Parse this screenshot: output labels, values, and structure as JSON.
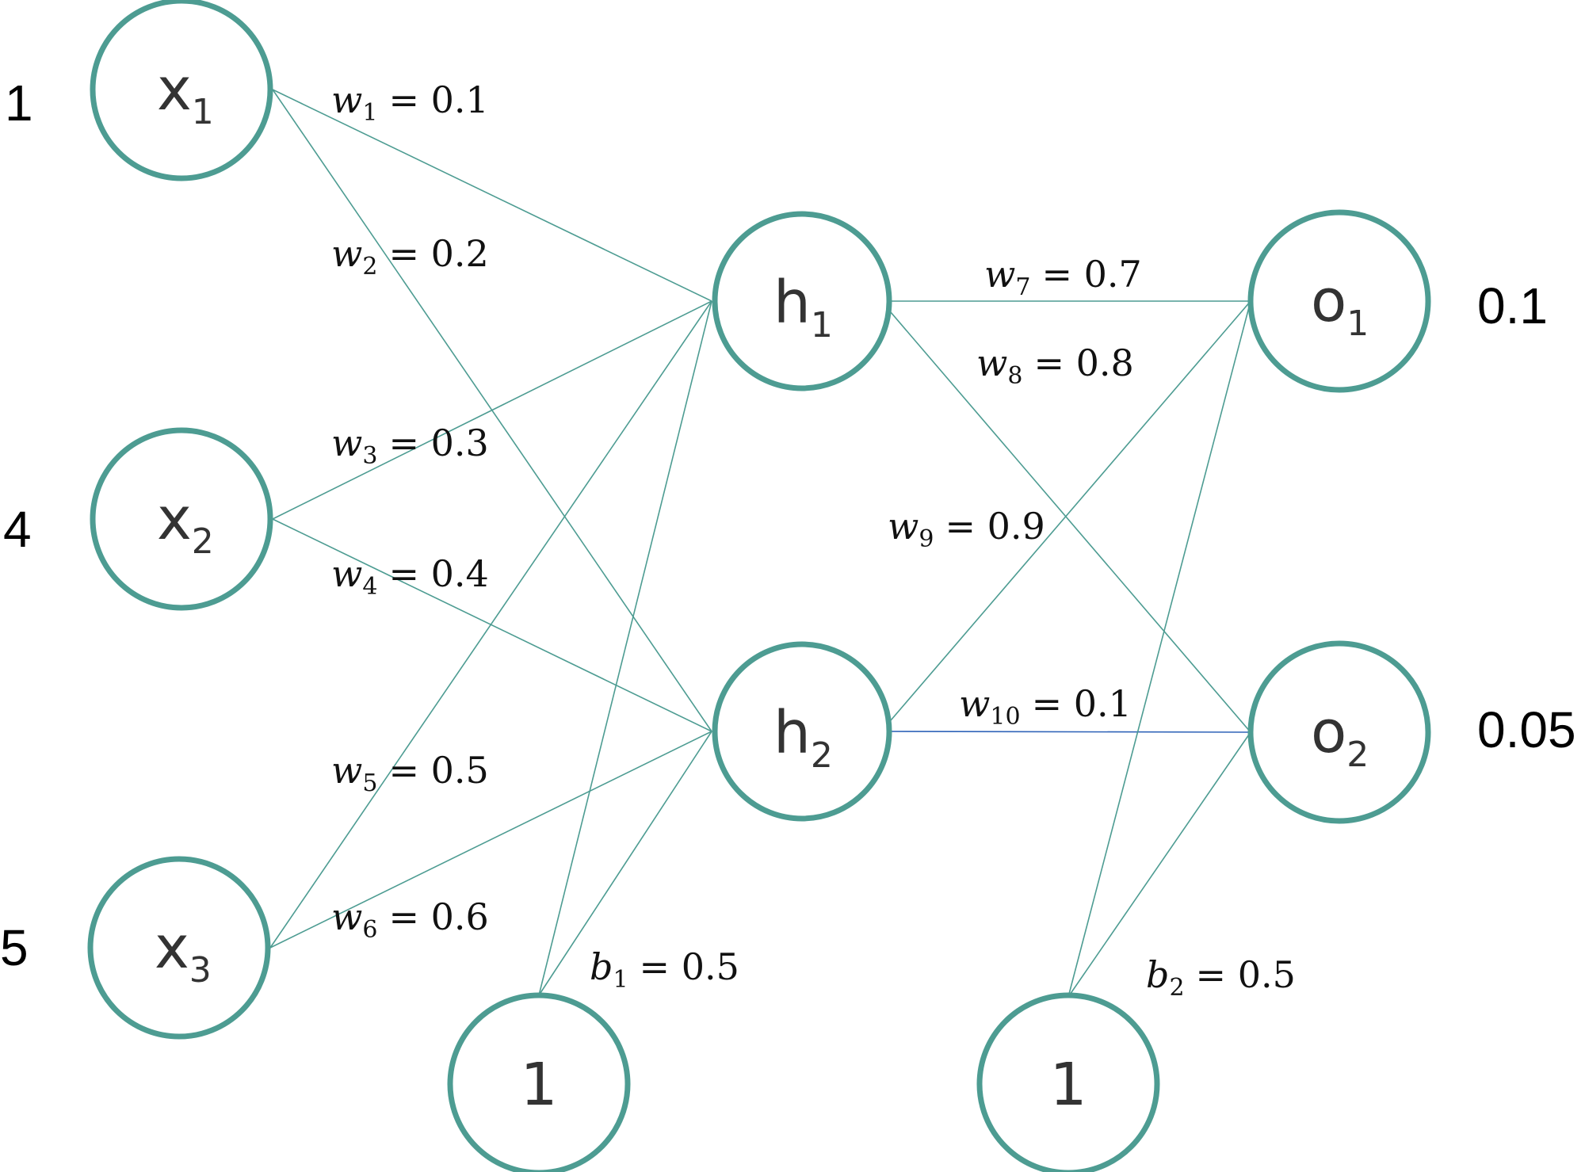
{
  "nodes": {
    "x1": {
      "base": "x",
      "sub": "1"
    },
    "x2": {
      "base": "x",
      "sub": "2"
    },
    "x3": {
      "base": "x",
      "sub": "3"
    },
    "h1": {
      "base": "h",
      "sub": "1"
    },
    "h2": {
      "base": "h",
      "sub": "2"
    },
    "o1": {
      "base": "o",
      "sub": "1"
    },
    "o2": {
      "base": "o",
      "sub": "2"
    },
    "b1_node": {
      "base": "1"
    },
    "b2_node": {
      "base": "1"
    }
  },
  "inputs": {
    "x1": "1",
    "x2": "4",
    "x3": "5"
  },
  "targets": {
    "o1": "0.1",
    "o2": "0.05"
  },
  "weights": {
    "w1": {
      "var": "w",
      "sub": "1",
      "value": "= 0.1"
    },
    "w2": {
      "var": "w",
      "sub": "2",
      "value": "= 0.2"
    },
    "w3": {
      "var": "w",
      "sub": "3",
      "value": "= 0.3"
    },
    "w4": {
      "var": "w",
      "sub": "4",
      "value": "= 0.4"
    },
    "w5": {
      "var": "w",
      "sub": "5",
      "value": "= 0.5"
    },
    "w6": {
      "var": "w",
      "sub": "6",
      "value": "= 0.6"
    },
    "w7": {
      "var": "w",
      "sub": "7",
      "value": "= 0.7"
    },
    "w8": {
      "var": "w",
      "sub": "8",
      "value": "= 0.8"
    },
    "w9": {
      "var": "w",
      "sub": "9",
      "value": "= 0.9"
    },
    "w10": {
      "var": "w",
      "sub": "10",
      "value": "= 0.1"
    },
    "b1": {
      "var": "b",
      "sub": "1",
      "value": "= 0.5"
    },
    "b2": {
      "var": "b",
      "sub": "2",
      "value": "= 0.5"
    }
  },
  "colors": {
    "node_stroke": "#4d9c92",
    "edge": "#4d9c92",
    "edge_highlight": "#2f63b8"
  }
}
